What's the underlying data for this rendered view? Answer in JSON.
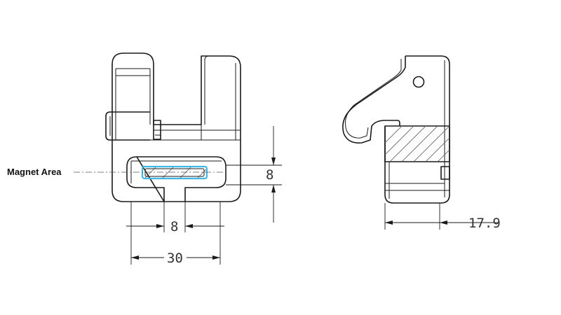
{
  "labels": {
    "magnet_area": "Magnet Area"
  },
  "dimensions": {
    "magnet_height": "8",
    "slot_width": "8",
    "overall_width": "30",
    "side_depth": "17.9"
  },
  "colors": {
    "line": "#1a1a1a",
    "magnet_highlight": "#3fb8e6"
  }
}
